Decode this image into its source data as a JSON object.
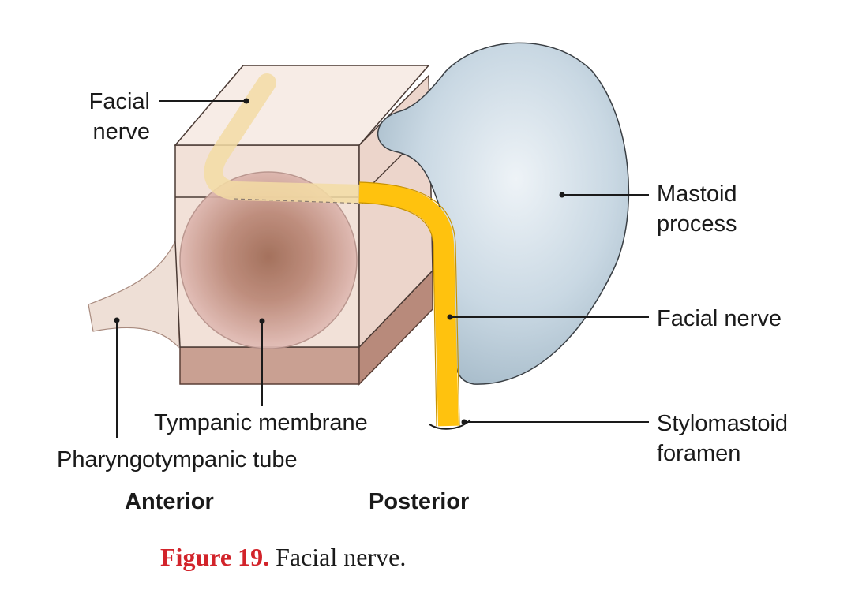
{
  "labels": {
    "facial_nerve_top_line1": "Facial",
    "facial_nerve_top_line2": "nerve",
    "mastoid_line1": "Mastoid",
    "mastoid_line2": "process",
    "facial_nerve_right": "Facial nerve",
    "stylomastoid_line1": "Stylomastoid",
    "stylomastoid_line2": "foramen",
    "tympanic_membrane": "Tympanic membrane",
    "pharyngotympanic_tube": "Pharyngotympanic tube",
    "anterior": "Anterior",
    "posterior": "Posterior"
  },
  "caption": {
    "number": "Figure 19.",
    "text": "Facial nerve."
  },
  "colors": {
    "caption_number": "#d2232a",
    "nerve": "#ffc20e",
    "mastoid": "#b9cdda",
    "cavity": "#f0dcd2",
    "base": "#c9a092",
    "membrane_center": "#a06a55"
  }
}
